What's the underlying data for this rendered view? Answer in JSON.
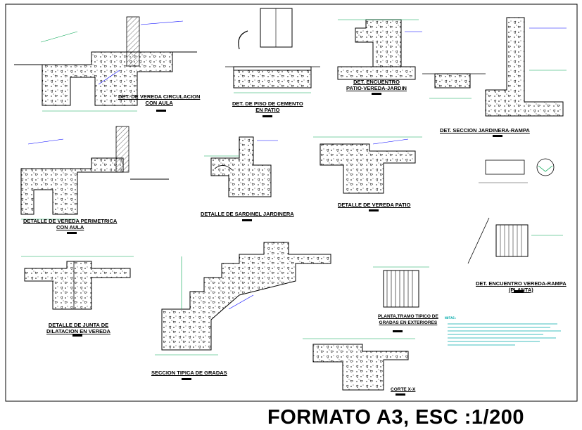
{
  "labels": {
    "vereda_circulacion": "DET. DE VEREDA CIRCULACION\nCON AULA",
    "piso_cemento": "DET. DE PISO DE CEMENTO\nEN PATIO",
    "encuentro_patio": "DET. ENCUENTRO\nPATIO-VEREDA-JARDIN",
    "seccion_jardinera": "DET. SECCION JARDINERA-RAMPA",
    "vereda_perimetrica": "DETALLE DE VEREDA PERIMETRICA\nCON AULA",
    "sardinel": "DETALLE DE SARDINEL JARDINERA",
    "vereda_patio": "DETALLE DE VEREDA PATIO",
    "encuentro_rampa": "DET. ENCUENTRO VEREDA-RAMPA\n(PLANTA)",
    "junta_dilatacion": "DETALLE DE JUNTA DE\nDILATACION EN VEREDA",
    "seccion_gradas": "SECCION TIPICA DE GRADAS",
    "planta_tramo": "PLANTA,TRAMO TIPICO DE\nGRADAS EN EXTERIORES",
    "corte": "CORTE X-X",
    "format_caption": "FORMATO A3, ESC :1/200"
  },
  "notes_title": "NOTAS:",
  "colors": {
    "line": "#000000",
    "dimension": "#00a651",
    "annotation": "#0000ff",
    "notes": "#00aaaa"
  }
}
